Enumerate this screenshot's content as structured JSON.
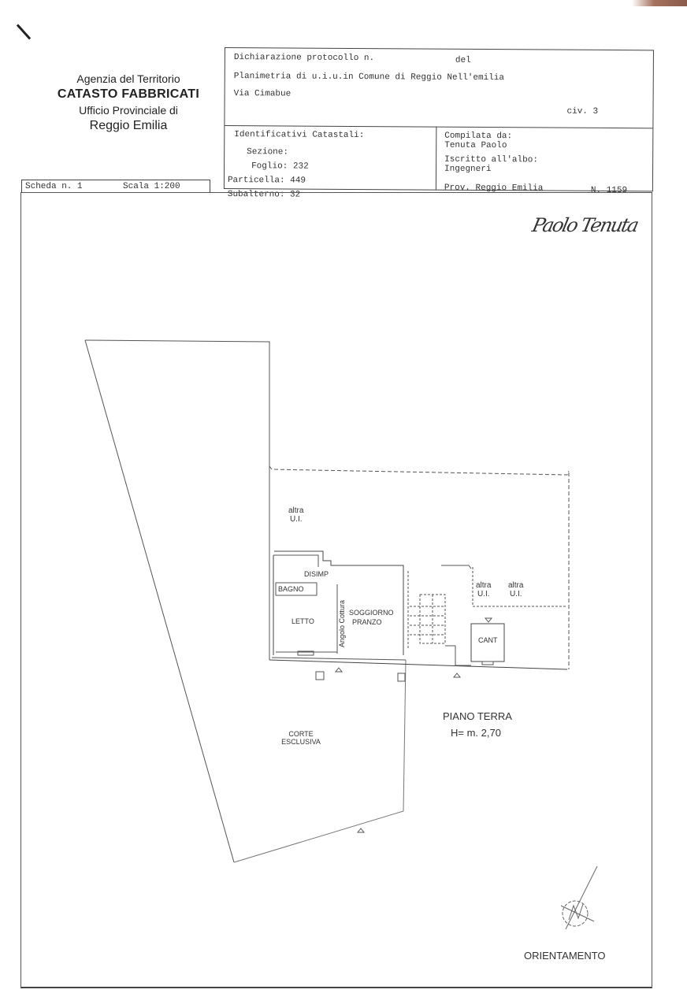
{
  "agency": {
    "line1": "Agenzia del Territorio",
    "line2": "CATASTO FABBRICATI",
    "line3": "Ufficio Provinciale di",
    "line4": "Reggio Emilia"
  },
  "header": {
    "protocol_label": "Dichiarazione protocollo n.",
    "protocol_del": "del",
    "planimetria": "Planimetria di u.i.u.in Comune di Reggio Nell'emilia",
    "address": "Via Cimabue",
    "civico": "civ. 3",
    "identificativi": {
      "title": "Identificativi Catastali:",
      "sezione": "Sezione:",
      "foglio": "Foglio: 232",
      "particella": "Particella: 449",
      "subalterno": "Subalterno: 32"
    },
    "compilata": {
      "label": "Compilata da:",
      "name": "Tenuta Paolo",
      "albo_label": "Iscritto all'albo:",
      "albo": "Ingegneri",
      "prov": "Prov. Reggio Emilia",
      "number": "N.  1159"
    }
  },
  "sheet": {
    "scheda": "Scheda n. 1",
    "scala": "Scala 1:200"
  },
  "signature": "Paolo Tenuta",
  "plan": {
    "labels": {
      "altra_ui_top_1": "altra",
      "altra_ui_top_2": "U.I.",
      "disimp": "DISIMP",
      "bagno": "BAGNO",
      "letto": "LETTO",
      "soggiorno": "SOGGIORNO",
      "pranzo": "PRANZO",
      "angolo_cottura": "Angolo Cottura",
      "altra_1a": "altra",
      "altra_1b": "U.I.",
      "altra_2a": "altra",
      "altra_2b": "U.I.",
      "cant": "CANT",
      "corte_1": "CORTE",
      "corte_2": "ESCLUSIVA",
      "piano": "PIANO TERRA",
      "altezza": "H= m. 2,70",
      "orientamento": "ORIENTAMENTO"
    }
  }
}
